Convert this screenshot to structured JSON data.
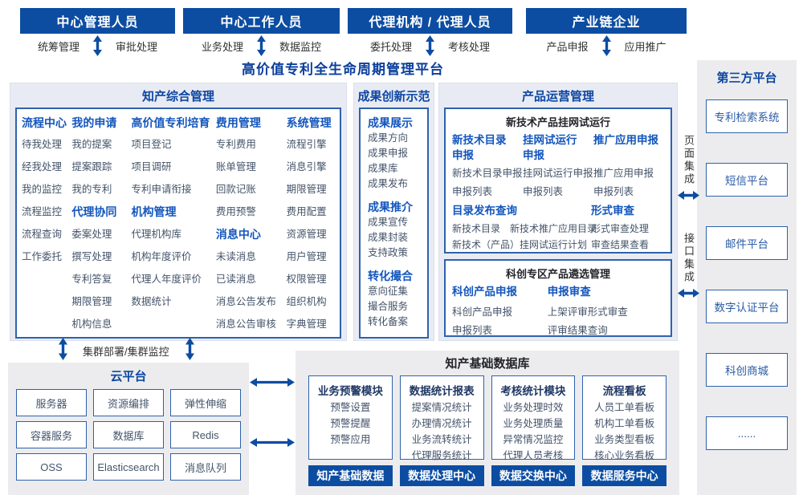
{
  "colors": {
    "primary_blue": "#0c4da2",
    "header_blue": "#1356bd",
    "section_title_blue": "#0d47a1",
    "item_slate": "#44546a",
    "panel_bg": "#e9ebf4",
    "gray_bg": "#ececee"
  },
  "top_roles": [
    {
      "title": "中心管理人员",
      "left": "统筹管理",
      "right": "审批处理"
    },
    {
      "title": "中心工作人员",
      "left": "业务处理",
      "right": "数据监控"
    },
    {
      "title": "代理机构 / 代理人员",
      "left": "委托处理",
      "right": "考核处理"
    },
    {
      "title": "产业链企业",
      "left": "产品申报",
      "right": "应用推广"
    }
  ],
  "platform_title": "高价值专利全生命周期管理平台",
  "sections": {
    "zhichan": {
      "title": "知产综合管理",
      "columns": [
        {
          "blocks": [
            {
              "header": "流程中心",
              "items": [
                "待我处理",
                "经我处理",
                "我的监控",
                "流程监控",
                "流程查询",
                "工作委托"
              ]
            }
          ]
        },
        {
          "blocks": [
            {
              "header": "我的申请",
              "items": [
                "我的提案",
                "提案跟踪",
                "我的专利"
              ]
            },
            {
              "header": "代理协同",
              "items": [
                "委案处理",
                "撰写处理",
                "专利答复",
                "期限管理",
                "机构信息"
              ]
            }
          ]
        },
        {
          "blocks": [
            {
              "header": "高价值专利培育",
              "items": [
                "项目登记",
                "项目调研",
                "专利申请衔接"
              ]
            },
            {
              "header": "机构管理",
              "items": [
                "代理机构库",
                "机构年度评价",
                "代理人年度评价",
                "数据统计"
              ]
            }
          ]
        },
        {
          "blocks": [
            {
              "header": "费用管理",
              "items": [
                "专利费用",
                "账单管理",
                "回款记账",
                "费用预警"
              ]
            },
            {
              "header": "消息中心",
              "items": [
                "未读消息",
                "已读消息",
                "消息公告发布",
                "消息公告审核"
              ]
            }
          ]
        },
        {
          "blocks": [
            {
              "header": "系统管理",
              "items": [
                "流程引擎",
                "消息引擎",
                "期限管理",
                "费用配置",
                "资源管理",
                "用户管理",
                "权限管理",
                "组织机构",
                "字典管理"
              ]
            }
          ]
        }
      ]
    },
    "chengguo": {
      "title": "成果创新示范",
      "blocks": [
        {
          "header": "成果展示",
          "items": [
            "成果方向",
            "成果申报",
            "成果库",
            "成果发布"
          ]
        },
        {
          "header": "成果推介",
          "items": [
            "成果宣传",
            "成果封装",
            "支持政策"
          ]
        },
        {
          "header": "转化撮合",
          "items": [
            "意向征集",
            "撮合服务",
            "转化备案"
          ]
        }
      ]
    },
    "product": {
      "title": "产品运营管理",
      "box1": {
        "title": "新技术产品挂网试运行",
        "groups": [
          {
            "header": "新技术目录申报",
            "items": [
              "新技术目录申报",
              "申报列表"
            ]
          },
          {
            "header": "挂网试运行申报",
            "items": [
              "挂网试运行申报",
              "申报列表"
            ]
          },
          {
            "header": "推广应用申报",
            "items": [
              "推广应用申报",
              "申报列表"
            ]
          }
        ],
        "catalog": {
          "header": "目录发布查询",
          "row1": [
            "新技术目录",
            "新技术推广应用目录"
          ],
          "row2": "新技术（产品）挂网试运行计划"
        },
        "review": {
          "header": "形式审查",
          "items": [
            "形式审查处理",
            "审查结果查看"
          ]
        }
      },
      "box2": {
        "title": "科创专区产品遴选管理",
        "groups": [
          {
            "header": "科创产品申报",
            "items": [
              "科创产品申报",
              "申报列表"
            ]
          },
          {
            "header": "申报审查",
            "items": [
              "上架评审形式审查",
              "评审结果查询"
            ]
          }
        ]
      }
    }
  },
  "third_party": {
    "title": "第三方平台",
    "boxes": [
      "专利检索系统",
      "短信平台",
      "邮件平台",
      "数字认证平台",
      "科创商城",
      "......"
    ]
  },
  "integration": {
    "page": "页面集成",
    "api": "接口集成"
  },
  "cluster_label": "集群部署/集群监控",
  "cloud": {
    "title": "云平台",
    "cells": [
      "服务器",
      "资源编排",
      "弹性伸缩",
      "容器服务",
      "数据库",
      "Redis",
      "OSS",
      "Elasticsearch",
      "消息队列"
    ]
  },
  "database": {
    "title": "知产基础数据库",
    "modules": [
      {
        "header": "业务预警模块",
        "items": [
          "预警设置",
          "预警提醒",
          "预警应用"
        ]
      },
      {
        "header": "数据统计报表",
        "items": [
          "提案情况统计",
          "办理情况统计",
          "业务流转统计",
          "代理服务统计"
        ]
      },
      {
        "header": "考核统计模块",
        "items": [
          "业务处理时效",
          "业务处理质量",
          "异常情况监控",
          "代理人员考核"
        ]
      },
      {
        "header": "流程看板",
        "items": [
          "人员工单看板",
          "机构工单看板",
          "业务类型看板",
          "核心业务看板"
        ]
      }
    ],
    "footers": [
      "知产基础数据",
      "数据处理中心",
      "数据交换中心",
      "数据服务中心"
    ]
  }
}
